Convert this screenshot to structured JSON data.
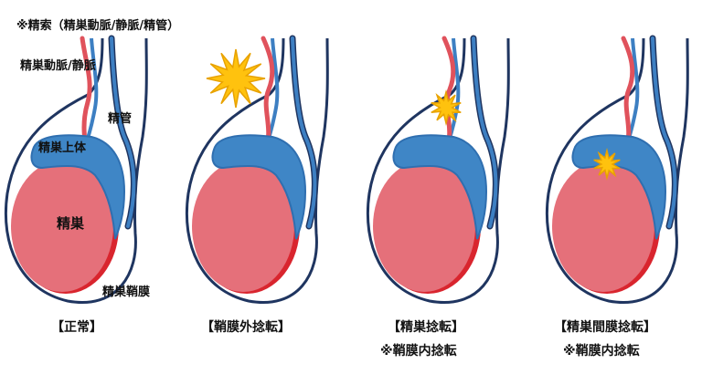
{
  "note": "※精索（精巣動脈/静脈/精管）",
  "labels": {
    "artery_vein": "精巣動脈/静脈",
    "vas": "精管",
    "epididymis": "精巣上体",
    "testis": "精巣",
    "tunica": "精巣鞘膜"
  },
  "panels": [
    {
      "caption": "【正常】",
      "sub": ""
    },
    {
      "caption": "【鞘膜外捻転】",
      "sub": ""
    },
    {
      "caption": "【精巣捻転】",
      "sub": "※鞘膜内捻転"
    },
    {
      "caption": "【精巣間膜捻転】",
      "sub": "※鞘膜内捻転"
    }
  ],
  "colors": {
    "testis": "#e5707a",
    "testis_edge": "#d9252e",
    "epididymis": "#3f86c6",
    "epididymis_dark": "#2f6fb0",
    "outline": "#1f3560",
    "vessel_red": "#e0525c",
    "vessel_blue": "#3d7fc2",
    "burst": "#ffc20e",
    "burst_edge": "#e8a200"
  }
}
